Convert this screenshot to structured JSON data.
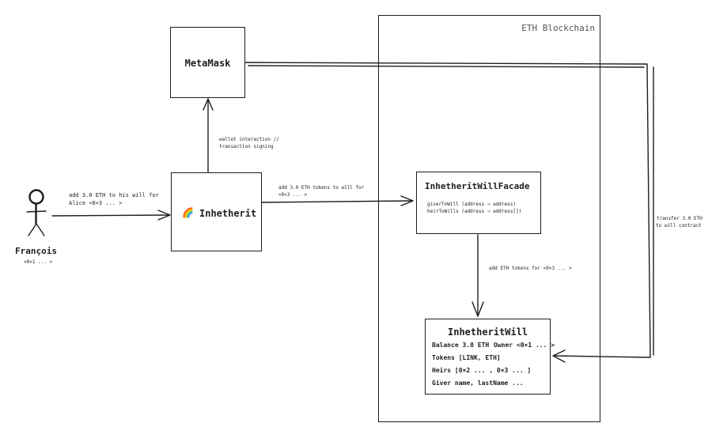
{
  "blockchain": {
    "label": "ETH Blockchain"
  },
  "metamask": {
    "title": "MetaMask"
  },
  "inhetherit": {
    "icon": "rainbow-icon",
    "emoji": "🌈",
    "title": "Inhetherit"
  },
  "facade": {
    "title": "InhetheritWillFacade",
    "mappings": [
      "giverToWill (address ⇒ address)",
      "heirToWills (address ⇒ address[])"
    ]
  },
  "will": {
    "title": "InhetheritWill",
    "balance": "Balance 3.0 ETH",
    "owner": "Owner <0×1 ... >",
    "tokens": "Tokens [LINK, ETH]",
    "heirs": "Heirs [0×2 ... , 0×3 ... ]",
    "giver": "Giver name, lastName ..."
  },
  "user": {
    "name": "François",
    "address": "<0×1 ... >"
  },
  "edges": {
    "user_to_app": [
      "add 3.0 ETH to his will for",
      "Alice <0×3 ... >"
    ],
    "app_to_metamask": [
      "wallet interaction //",
      "transaction signing"
    ],
    "app_to_facade": [
      "add 3.0 ETH tokens to will for",
      "<0×3 ... >"
    ],
    "facade_to_will": "add ETH tokens for <0×3 ... >",
    "metamask_to_will": [
      "transfer 3.0 ETH",
      "to will contract"
    ]
  }
}
